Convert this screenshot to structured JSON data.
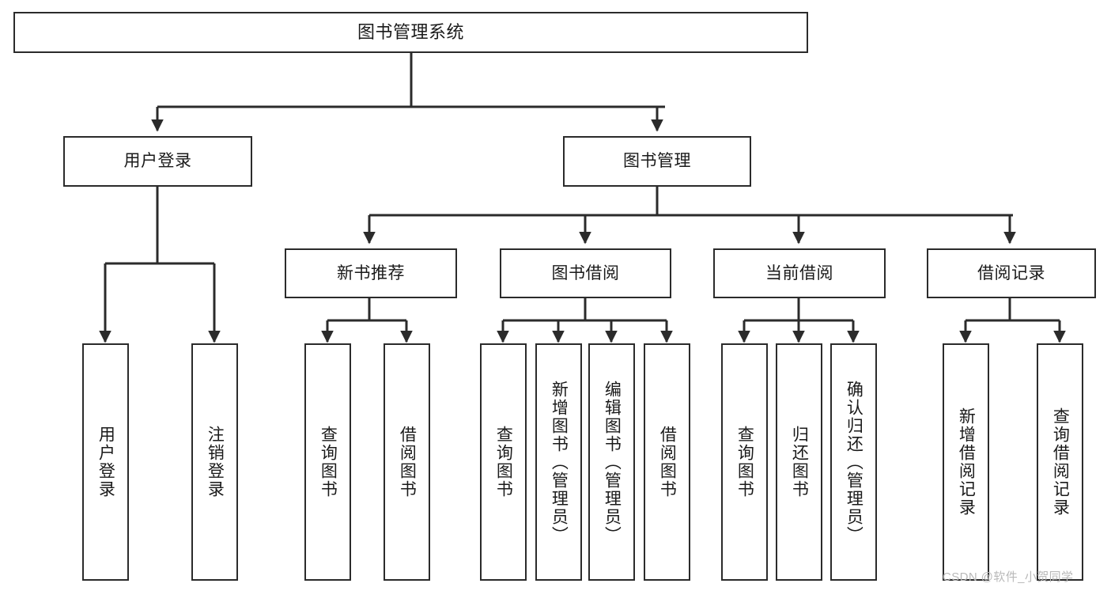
{
  "diagram": {
    "title": "图书管理系统",
    "type": "hierarchy-tree",
    "watermark": "CSDN @软件_小贺同学",
    "colors": {
      "box_border": "#2b2b2b",
      "box_fill": "#ffffff",
      "edge": "#2b2b2b",
      "text": "#1a1a1a",
      "watermark": "#b9b9b9",
      "background": "#ffffff"
    },
    "root": {
      "label": "图书管理系统"
    },
    "level2": [
      {
        "id": "user-login",
        "label": "用户登录"
      },
      {
        "id": "book-manage",
        "label": "图书管理"
      }
    ],
    "level3": [
      {
        "id": "new-book-recommend",
        "label": "新书推荐"
      },
      {
        "id": "book-borrow",
        "label": "图书借阅"
      },
      {
        "id": "current-borrow",
        "label": "当前借阅"
      },
      {
        "id": "borrow-record",
        "label": "借阅记录"
      }
    ],
    "leaves": {
      "user_login": [
        {
          "id": "leaf-user-login",
          "label": "用户登录"
        },
        {
          "id": "leaf-logout-login",
          "label": "注销登录"
        }
      ],
      "new_book_recommend": [
        {
          "id": "leaf-query-book-1",
          "label": "查询图书"
        },
        {
          "id": "leaf-borrow-book-1",
          "label": "借阅图书"
        }
      ],
      "book_borrow": [
        {
          "id": "leaf-query-book-2",
          "label": "查询图书"
        },
        {
          "id": "leaf-add-book",
          "label": "新增图书（管理员）"
        },
        {
          "id": "leaf-edit-book",
          "label": "编辑图书（管理员）"
        },
        {
          "id": "leaf-borrow-book-2",
          "label": "借阅图书"
        }
      ],
      "current_borrow": [
        {
          "id": "leaf-query-book-3",
          "label": "查询图书"
        },
        {
          "id": "leaf-return-book",
          "label": "归还图书"
        },
        {
          "id": "leaf-confirm-return",
          "label": "确认归还（管理员）"
        }
      ],
      "borrow_record": [
        {
          "id": "leaf-add-record",
          "label": "新增借阅记录"
        },
        {
          "id": "leaf-query-record",
          "label": "查询借阅记录"
        }
      ]
    }
  }
}
